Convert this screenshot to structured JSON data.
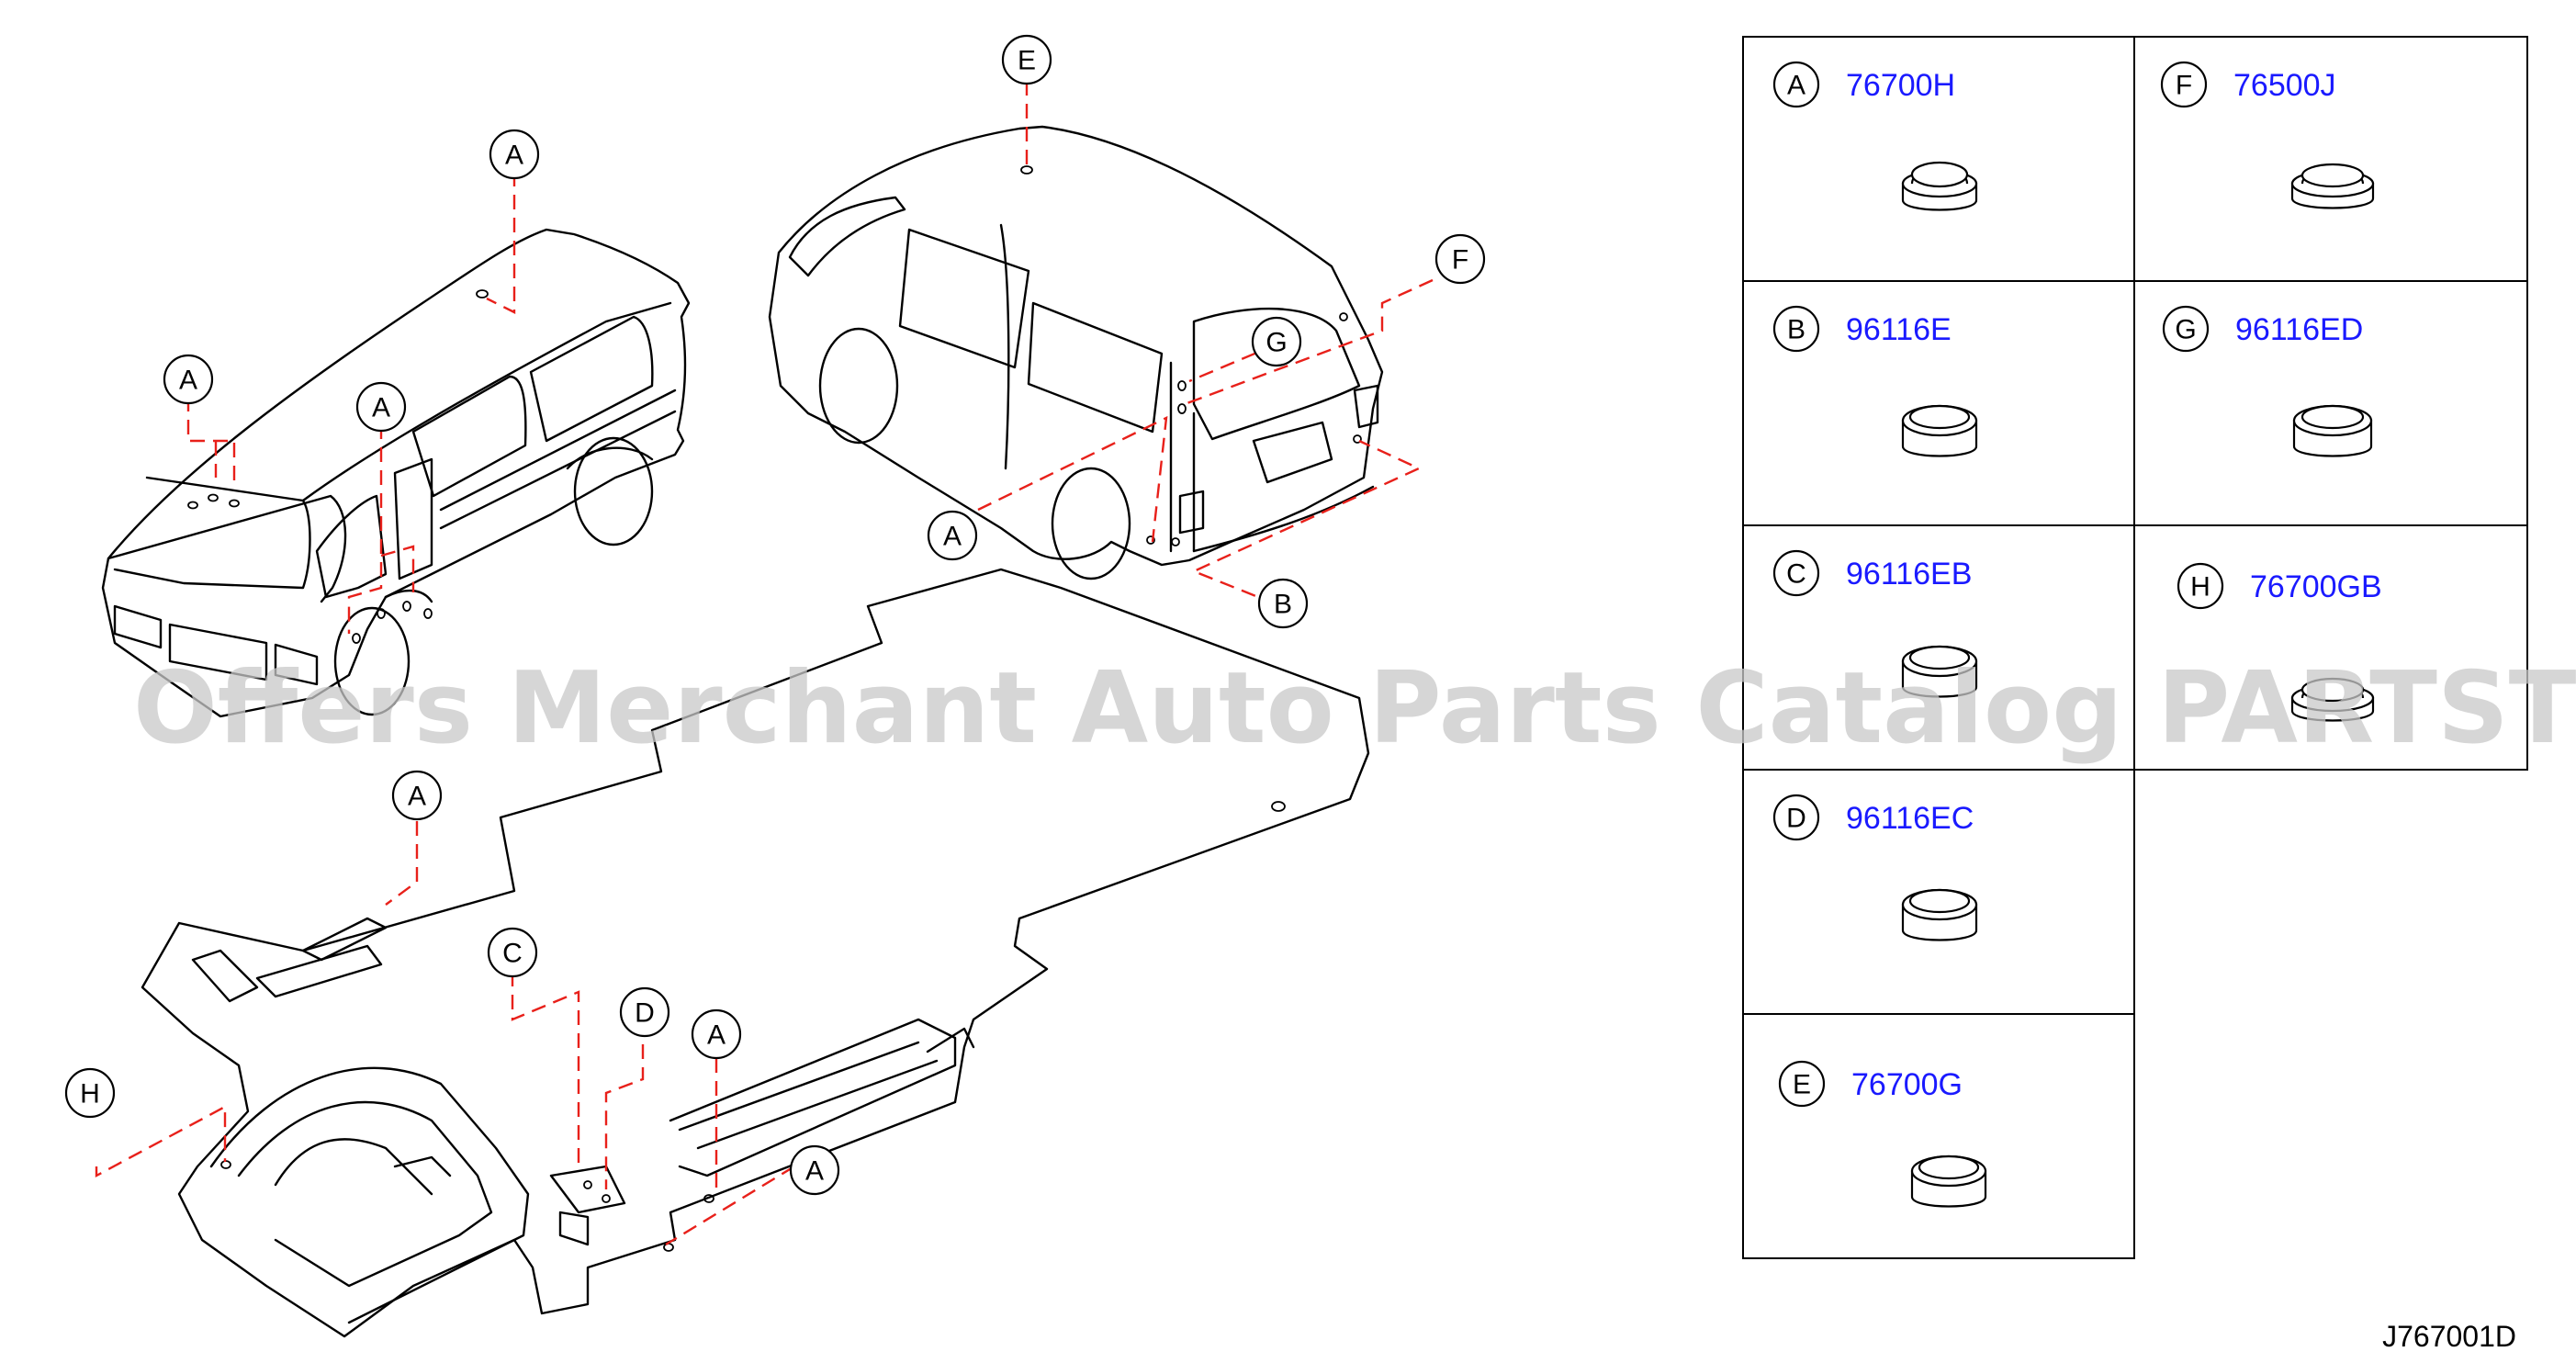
{
  "watermark": "Offers Merchant Auto Parts Catalog PARTSTORE.SA",
  "diagram_code": "J767001D",
  "callouts": [
    {
      "letter": "A"
    },
    {
      "letter": "A"
    },
    {
      "letter": "A"
    },
    {
      "letter": "E"
    },
    {
      "letter": "F"
    },
    {
      "letter": "G"
    },
    {
      "letter": "A"
    },
    {
      "letter": "B"
    },
    {
      "letter": "A"
    },
    {
      "letter": "C"
    },
    {
      "letter": "D"
    },
    {
      "letter": "A"
    },
    {
      "letter": "A"
    },
    {
      "letter": "H"
    }
  ],
  "parts": [
    {
      "letter": "A",
      "number": "76700H"
    },
    {
      "letter": "F",
      "number": "76500J"
    },
    {
      "letter": "B",
      "number": "96116E"
    },
    {
      "letter": "G",
      "number": "96116ED"
    },
    {
      "letter": "C",
      "number": "96116EB"
    },
    {
      "letter": "H",
      "number": "76700GB"
    },
    {
      "letter": "D",
      "number": "96116EC"
    },
    {
      "letter": "E",
      "number": "76700G"
    }
  ],
  "icons": {
    "plug": "plug-icon"
  }
}
